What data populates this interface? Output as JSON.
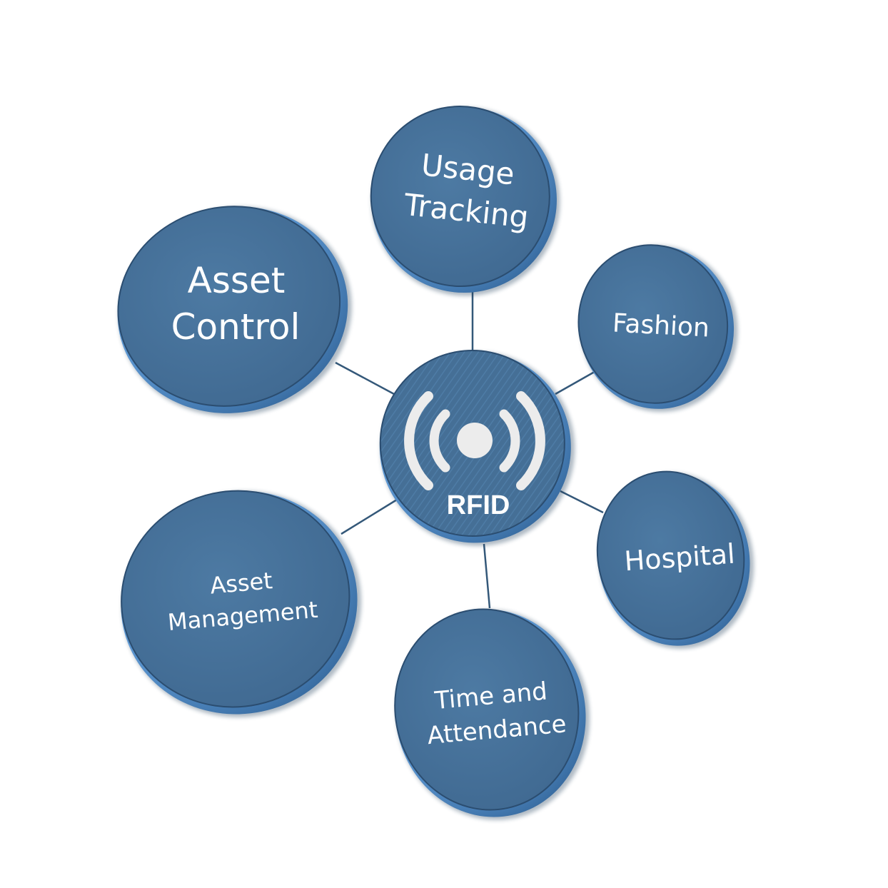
{
  "hub": {
    "label": "RFID",
    "icon": "rfid-signal-icon"
  },
  "nodes": [
    {
      "id": "usage-tracking",
      "lines": [
        "Usage",
        "Tracking"
      ]
    },
    {
      "id": "fashion",
      "lines": [
        "Fashion"
      ]
    },
    {
      "id": "hospital",
      "lines": [
        "Hospital"
      ]
    },
    {
      "id": "time-and-attendance",
      "lines": [
        "Time and",
        "Attendance"
      ]
    },
    {
      "id": "asset-management",
      "lines": [
        "Asset",
        "Management"
      ]
    },
    {
      "id": "asset-control",
      "lines": [
        "Asset",
        "Control"
      ]
    }
  ],
  "colors": {
    "disc_fill": "#456f96",
    "disc_rim": "#6aa4dd",
    "disc_shadow": "#1f3a57",
    "connector": "#345879",
    "text": "#ffffff"
  }
}
